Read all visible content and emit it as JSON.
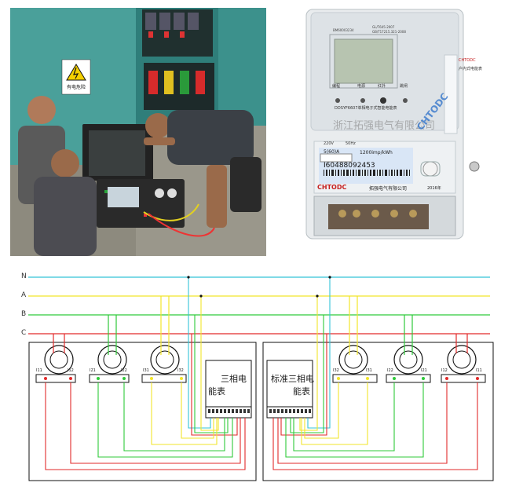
{
  "photos": {
    "left": {
      "warning_sign": "有电危险"
    },
    "right": {
      "serial_top": "BM60003234",
      "std_top_1": "GL/T645-2007",
      "std_top_2": "GB/T17215.321-2008",
      "btn_1": "编程",
      "btn_2": "电源",
      "btn_3": "红外",
      "btn_4": "跳闸",
      "model": "DDSYF6607单相电子式智能电能表",
      "spec_voltage": "220V",
      "spec_freq": "50Hz",
      "spec_current": "5(60)A",
      "spec_const": "1200imp/kWh",
      "barcode_number": "I60488092453",
      "brand": "CHTODC",
      "company": "拓强电气有限公司",
      "year": "2016年",
      "watermark_text": "浙江拓强电气有限公司",
      "watermark_logo": "CHTODC",
      "side_label_1": "CHTODC",
      "side_label_2": "户内式电能表"
    }
  },
  "diagram": {
    "lines": [
      {
        "label": "N",
        "color": "#33c4d8"
      },
      {
        "label": "A",
        "color": "#f2e52a"
      },
      {
        "label": "B",
        "color": "#2fc93a"
      },
      {
        "label": "C",
        "color": "#e22a2a"
      }
    ],
    "left_box": {
      "meter_label_line1": "三相电",
      "meter_label_line2": "能表",
      "ct_terminals": [
        {
          "s1": "I11",
          "s2": "I12"
        },
        {
          "s1": "I21",
          "s2": "I22"
        },
        {
          "s1": "I31",
          "s2": "I32"
        }
      ]
    },
    "right_box": {
      "meter_label_line1": "标准三相电",
      "meter_label_line2": "能表",
      "ct_terminals": [
        {
          "s1": "I32",
          "s2": "I31"
        },
        {
          "s1": "I22",
          "s2": "I21"
        },
        {
          "s1": "I12",
          "s2": "I11"
        }
      ]
    }
  }
}
